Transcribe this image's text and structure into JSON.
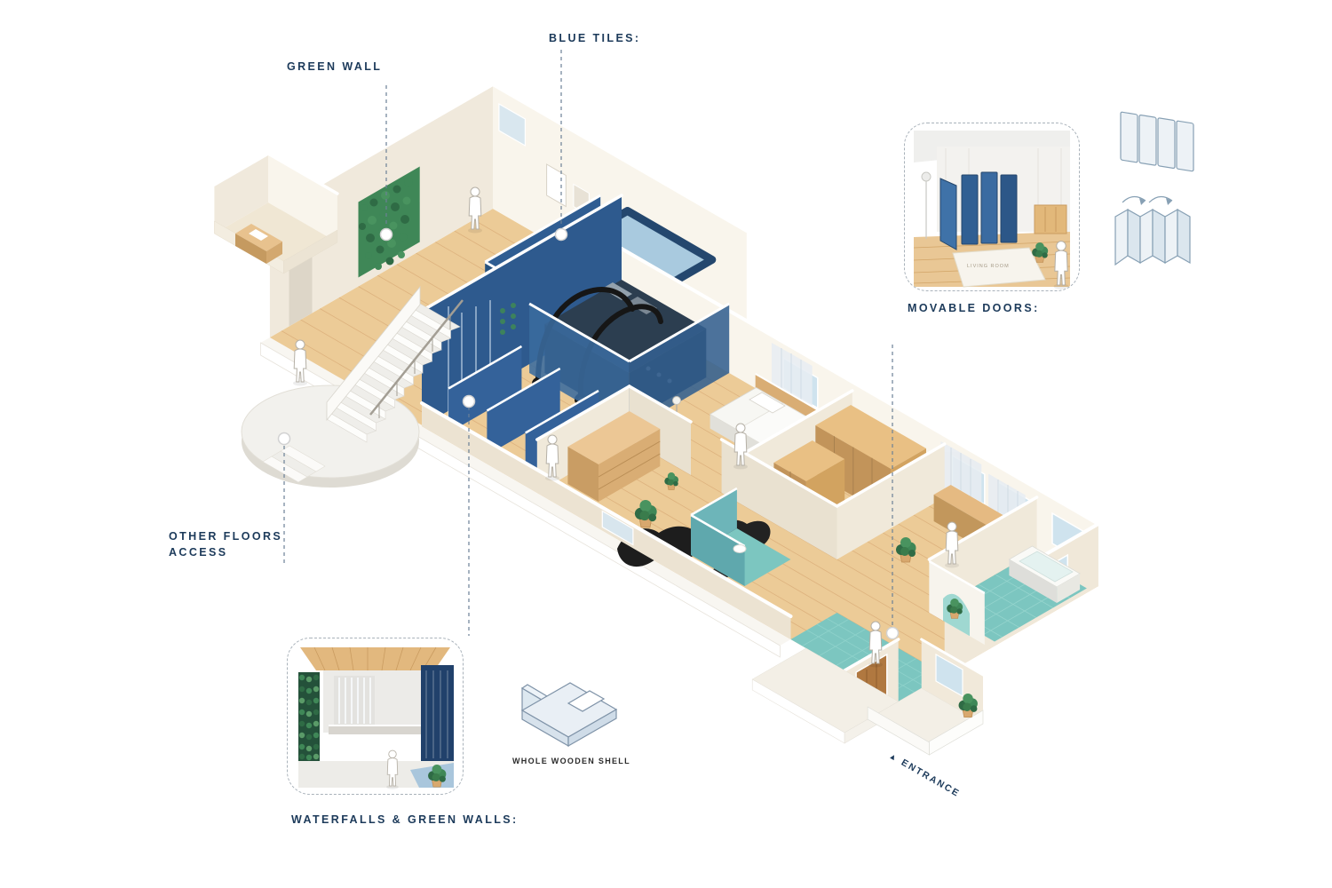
{
  "annotations": {
    "green_wall": {
      "label": "GREEN WALL"
    },
    "blue_tiles": {
      "label": "BLUE TILES:"
    },
    "movable_doors": {
      "label": "MOVABLE DOORS:"
    },
    "other_floors_access": {
      "label": "OTHER FLOORS ACCESS"
    },
    "waterfalls_green_walls": {
      "label": "WATERFALLS & GREEN WALLS:"
    },
    "whole_wooden_shell": {
      "label": "WHOLE WOODEN SHELL"
    },
    "entrance": {
      "label": "ENTRANCE"
    }
  },
  "icons": {
    "entrance_marker": "▲"
  },
  "insets": {
    "movable_doors_preview": {
      "room_label": "LIVING ROOM"
    }
  },
  "colors": {
    "annotation_navy": "#1c3a5a",
    "blue_wall": "#2e5a8e",
    "blue_tile_floor": "#3565a0",
    "wood_floor": "#eccb97",
    "teal_floor": "#7cc6c0",
    "green_wall": "#3f8757",
    "cream_wall": "#f0e9da",
    "door_wood": "#b07840"
  }
}
